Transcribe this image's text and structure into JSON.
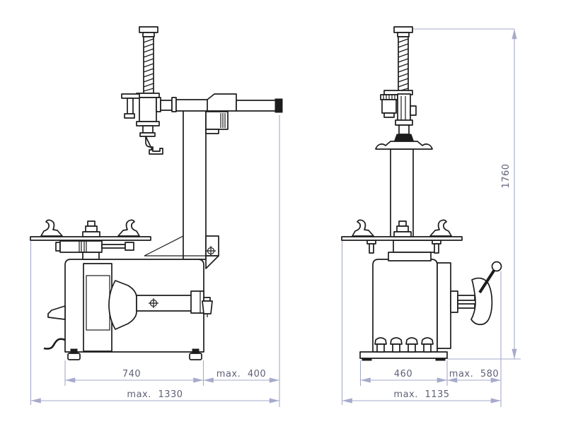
{
  "drawing": {
    "background": "#ffffff",
    "line_color": "#1c1c1c",
    "dimension_line_color": "#a6aacb",
    "dimension_text_color": "#5f6178",
    "views": {
      "front": {
        "name": "tire-changer-front-view",
        "parts": [
          "threaded-rod",
          "mount-head",
          "swing-arm",
          "column",
          "turntable",
          "clamps",
          "cabinet-body",
          "bead-breaker-horn",
          "side-pedal",
          "air-filter"
        ],
        "dimensions": {
          "body_width": "740",
          "arm_reach": "max. 400",
          "overall_width": "max. 1330"
        }
      },
      "side": {
        "name": "tire-changer-side-view",
        "parts": [
          "threaded-rod",
          "clamp-mechanism",
          "column",
          "turntable",
          "clamps",
          "cabinet-body",
          "pedals",
          "base-plate",
          "bead-breaker-blade",
          "breaker-lever"
        ],
        "dimensions": {
          "base_width": "460",
          "lever_reach": "max. 580",
          "overall_depth": "max. 1135",
          "overall_height": "1760"
        }
      }
    }
  }
}
